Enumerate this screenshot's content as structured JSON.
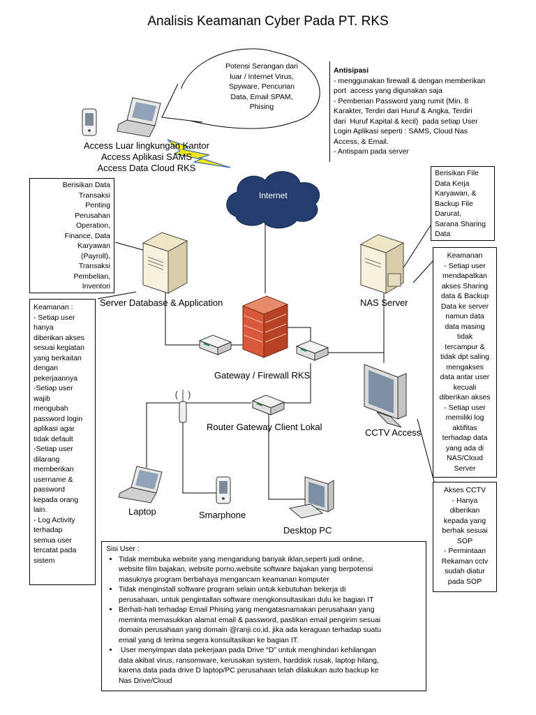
{
  "title": "Analisis Keamanan Cyber Pada PT. RKS",
  "threats": {
    "lines": [
      "Potensi Serangan dari",
      "luar / Internet Virus,",
      "Spyware, Pencurian",
      "Data, Email SPAM,",
      "Phising"
    ]
  },
  "antisipasi": {
    "heading": "Antisipasi",
    "lines": [
      "- menggunakan firewall & dengan memberikan",
      "port  access yang digunakan saja",
      "- Pemberian Password yang rumit (Min. 8",
      "Karakter, Terdiri dari Huruf & Angka, Terdiri",
      "dari  Huruf Kapital & kecil)  pada setiap User",
      "Login Aplikasi seperti : SAMS, Cloud Nas",
      "Access, & Email.",
      "- Antispam pada server"
    ]
  },
  "external_access": {
    "lines": [
      "Access Luar lingkungan Kantor",
      "Access Aplikasi SAMS",
      "Access Data Cloud RKS"
    ]
  },
  "internet_label": "Internet",
  "db_info": {
    "lines": [
      "Berisikan Data",
      "Transaksi",
      "Penting",
      "Perusahan",
      "Operation,",
      "Finance, Data",
      "Karyawan",
      "(Payroll),",
      "Transaksi",
      "Pembelian,",
      "Inventori"
    ]
  },
  "nas_info": {
    "lines": [
      "Berisikan File",
      "Data Kerja",
      "Karyawan, &",
      "Backup File",
      "Darurat,",
      "Sarana Sharing",
      "Data"
    ]
  },
  "labels": {
    "server_db": "Server Database & Application",
    "nas_server": "NAS Server",
    "gateway": "Gateway / Firewall RKS",
    "router": "Router Gateway Client Lokal",
    "cctv": "CCTV Access",
    "laptop": "Laptop",
    "smartphone": "Smarphone",
    "desktop": "Desktop PC"
  },
  "left_security": {
    "lines": [
      "Keamanan :",
      "- Setiap user",
      "hanya",
      "diberikan akses",
      "sesuai kegiatan",
      "yang berkaitan",
      "dengan",
      "pekerjaannya",
      "-Setiap user",
      "wajib",
      "mengubah",
      "password login",
      "aplikasi agar",
      "tidak default",
      "-Setiap user",
      "dilarang",
      "memberikan",
      "username &",
      "password",
      "kepada orang",
      "lain.",
      "- Log Activity",
      "terhadap",
      "semua user",
      "tercatat pada",
      "sistem"
    ]
  },
  "right_security": {
    "lines": [
      "Keamanan",
      "- Setiap user",
      "mendapatkan",
      "akses Sharing",
      "data & Backup",
      "Data ke server",
      "namun data",
      "data masing",
      "tidak",
      "tercampur &",
      "tidak dpt saling",
      "mengakses",
      "data antar user",
      "kecuali",
      "diberikan akses",
      "- Setiap user",
      "memiliki log",
      "aktifitas",
      "terhadap data",
      "yang ada di",
      "NAS/Cloud",
      "Server"
    ]
  },
  "cctv_info": {
    "lines": [
      "Akses CCTV",
      "- Hanya",
      "diberikan",
      "kepada yang",
      "berhak sesuai",
      "SOP",
      "- Permintaan",
      "Rekaman cctv",
      "sudah diatur",
      "pada SOP"
    ]
  },
  "user_rules": {
    "heading": "Sisi User :",
    "items": [
      [
        "Tidak membuka website yang mengandung banyak iklan,seperti judi online,",
        "website film bajakan, website porno,website software bajakan yang berpotensi",
        "masuknya program berbahaya mengancam keamanan komputer"
      ],
      [
        "Tidak menginstall software program selain untuk kebutuhan bekerja di",
        "perusahaan, untuk pengintallan software mengkonsultasikan dulu ke bagian IT"
      ],
      [
        "Berhati-hati terhadap Email Phising yang mengatasnamakan perusahaan yang",
        "meminta memasukkan alamat email & password, pastikan email pengirim sesuai",
        "domain perusahaan yang domain @ranji.co.id, jika ada keraguan terhadap suatu",
        "email yang di terima segera konsultasikan ke bagian IT."
      ],
      [
        " User menyimpan data pekerjaan pada Drive “D” untuk menghindari kehilangan",
        "data akibat virus, ransomware, kerusakan system, harddisk rusak, laptop hilang,",
        "karena data pada drive D laptop/PC perusahaan telah dilakukan auto backup ke",
        "Nas Drive/Cloud"
      ]
    ]
  },
  "colors": {
    "cloud": "#243d6e",
    "firewall": "#d9573a",
    "lightning": "#f2e51b"
  }
}
